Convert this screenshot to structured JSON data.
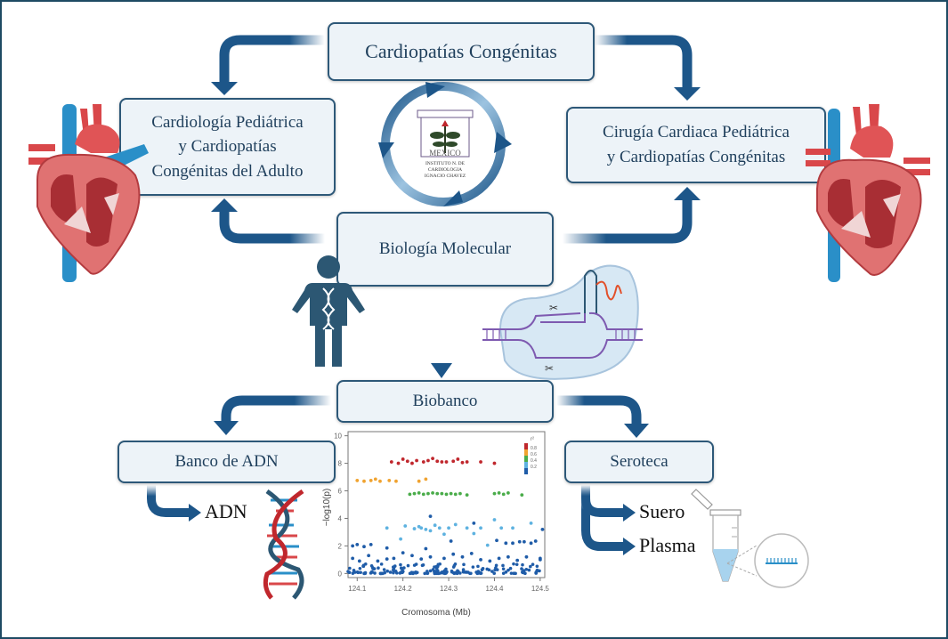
{
  "diagram": {
    "nodes": {
      "cardiopatias": {
        "label": "Cardiopatías Congénitas"
      },
      "cardiologia": {
        "lines": [
          "Cardiología Pediátrica",
          "y Cardiopatías",
          "Congénitas del Adulto"
        ]
      },
      "cirugia": {
        "lines": [
          "Cirugía Cardiaca Pediátrica",
          "y Cardiopatías Congénitas"
        ]
      },
      "biologia": {
        "label": "Biología Molecular"
      },
      "biobanco": {
        "label": "Biobanco"
      },
      "banco_adn": {
        "label": "Banco de ADN"
      },
      "seroteca": {
        "label": "Seroteca"
      }
    },
    "outputs": {
      "adn": "ADN",
      "suero": "Suero",
      "plasma": "Plasma"
    },
    "logo": {
      "country": "MEXICO",
      "lines": [
        "INSTITUTO N. DE",
        "CARDIOLOGIA",
        "IGNACIO CHAVEZ"
      ]
    },
    "colors": {
      "arrow": "#1d5689",
      "box_border": "#2d5878",
      "box_fill": "#edf3f8",
      "text": "#1f3f5c",
      "frame": "#1e4a63"
    }
  },
  "chart_data": {
    "type": "scatter",
    "title": "",
    "xlabel": "Cromosoma (Mb)",
    "ylabel": "−log10(p)",
    "xlim": [
      124.08,
      124.51
    ],
    "ylim": [
      -0.3,
      10.3
    ],
    "xticks": [
      "124.1",
      "124.2",
      "124.3",
      "124.4",
      "124.5"
    ],
    "xtick_values": [
      124.1,
      124.2,
      124.3,
      124.4,
      124.5
    ],
    "yticks": [
      "0",
      "2",
      "4",
      "6",
      "8",
      "10"
    ],
    "ytick_values": [
      0,
      2,
      4,
      6,
      8,
      10
    ],
    "legend": {
      "title": "r²",
      "position": "top-right",
      "entries": [
        "0.8",
        "0.6",
        "0.4",
        "0.2"
      ]
    },
    "series": [
      {
        "name": "0.8",
        "color": "#c0272d",
        "x": [
          124.175,
          124.19,
          124.2,
          124.21,
          124.22,
          124.23,
          124.245,
          124.255,
          124.265,
          124.275,
          124.285,
          124.295,
          124.31,
          124.32,
          124.33,
          124.34,
          124.37,
          124.4
        ],
        "y": [
          8.1,
          8.0,
          8.3,
          8.15,
          8.0,
          8.2,
          8.1,
          8.2,
          8.35,
          8.15,
          8.1,
          8.1,
          8.15,
          8.3,
          8.05,
          8.1,
          8.1,
          8.0
        ]
      },
      {
        "name": "0.6",
        "color": "#f0a330",
        "x": [
          124.1,
          124.115,
          124.13,
          124.14,
          124.15,
          124.17,
          124.185,
          124.235,
          124.25
        ],
        "y": [
          6.75,
          6.7,
          6.75,
          6.85,
          6.7,
          6.75,
          6.7,
          6.7,
          6.85
        ]
      },
      {
        "name": "0.4",
        "color": "#4aac4a",
        "x": [
          124.215,
          124.225,
          124.235,
          124.245,
          124.255,
          124.265,
          124.275,
          124.285,
          124.295,
          124.305,
          124.315,
          124.325,
          124.34,
          124.4,
          124.41,
          124.42,
          124.43,
          124.46
        ],
        "y": [
          5.75,
          5.8,
          5.85,
          5.75,
          5.8,
          5.85,
          5.8,
          5.8,
          5.75,
          5.8,
          5.75,
          5.8,
          5.7,
          5.8,
          5.85,
          5.75,
          5.85,
          5.7
        ]
      },
      {
        "name": "0.2-light",
        "color": "#5eb2e0",
        "x": [
          124.165,
          124.195,
          124.205,
          124.225,
          124.235,
          124.24,
          124.25,
          124.26,
          124.27,
          124.28,
          124.29,
          124.3,
          124.315,
          124.34,
          124.355,
          124.37,
          124.385,
          124.4,
          124.415,
          124.44,
          124.48
        ],
        "y": [
          3.3,
          2.5,
          3.45,
          3.25,
          3.4,
          3.3,
          3.2,
          3.1,
          3.5,
          3.3,
          2.85,
          3.3,
          3.55,
          3.3,
          2.9,
          3.3,
          2.05,
          3.9,
          3.3,
          3.3,
          3.65
        ]
      },
      {
        "name": "0.2",
        "color": "#1f5ca8",
        "x": [
          124.09,
          124.1,
          124.115,
          124.13,
          124.165,
          124.26,
          124.305,
          124.355,
          124.405,
          124.425,
          124.44,
          124.455,
          124.465,
          124.48,
          124.49,
          124.505,
          124.09,
          124.105,
          124.125,
          124.145,
          124.165,
          124.18,
          124.2,
          124.22,
          124.24,
          124.26,
          124.29,
          124.31,
          124.33,
          124.35,
          124.37,
          124.39,
          124.41,
          124.43,
          124.45,
          124.47,
          124.5,
          124.25,
          124.5
        ],
        "y": [
          2.0,
          2.1,
          1.95,
          2.1,
          1.85,
          4.15,
          2.35,
          3.65,
          2.4,
          2.2,
          2.2,
          2.3,
          2.3,
          2.2,
          2.35,
          3.2,
          1.1,
          0.9,
          1.3,
          0.9,
          1.05,
          1.1,
          1.5,
          1.3,
          1.05,
          1.2,
          1.1,
          1.4,
          1.2,
          1.45,
          1.0,
          0.9,
          1.1,
          1.2,
          0.95,
          1.2,
          1.1,
          1.8,
          1.0
        ]
      }
    ],
    "baseline_cluster": {
      "color": "#1f5ca8",
      "y_range": [
        0,
        0.7
      ],
      "x_range": [
        124.08,
        124.51
      ]
    }
  }
}
